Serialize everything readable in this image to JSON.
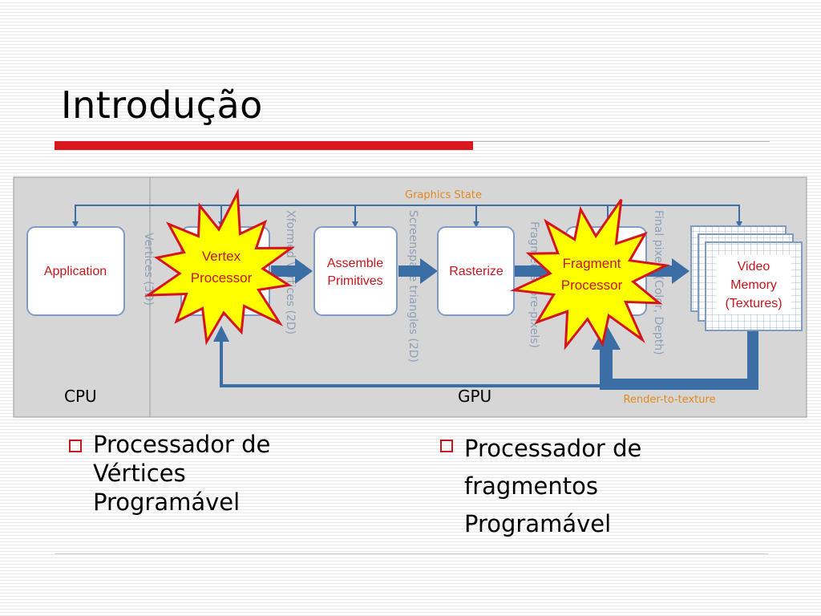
{
  "slide": {
    "title": "Introdução"
  },
  "diagram": {
    "graphics_state": "Graphics State",
    "render_to_texture": "Render-to-texture",
    "cpu_label": "CPU",
    "gpu_label": "GPU",
    "application": "Application",
    "vertex_processor": [
      "Vertex",
      "Processor"
    ],
    "assemble_primitives": [
      "Assemble",
      "Primitives"
    ],
    "rasterize": "Rasterize",
    "fragment_processor": [
      "Fragment",
      "Processor"
    ],
    "video_memory": [
      "Video",
      "Memory",
      "(Textures)"
    ],
    "vertical_labels": {
      "vertices_3d": "Vertices (3D)",
      "xformed_vertices": "Xformed Vertices (2D)",
      "screenspace_triangles": "Screenspace triangles (2D)",
      "fragments": "Fragments (pre-pixels)",
      "final_pixels": "Final pixels (Color, Depth)"
    },
    "colors": {
      "panel": "#d6d6d6",
      "arrow": "#3a6ea5",
      "accent": "#e2891c",
      "starburst_fill": "#ffff00",
      "starburst_stroke": "#d4161c",
      "box_text": "#c4161c"
    }
  },
  "bullets": {
    "left": "Processador de\nVértices\nProgramável",
    "right": "Processador de\nfragmentos\nProgramável"
  }
}
